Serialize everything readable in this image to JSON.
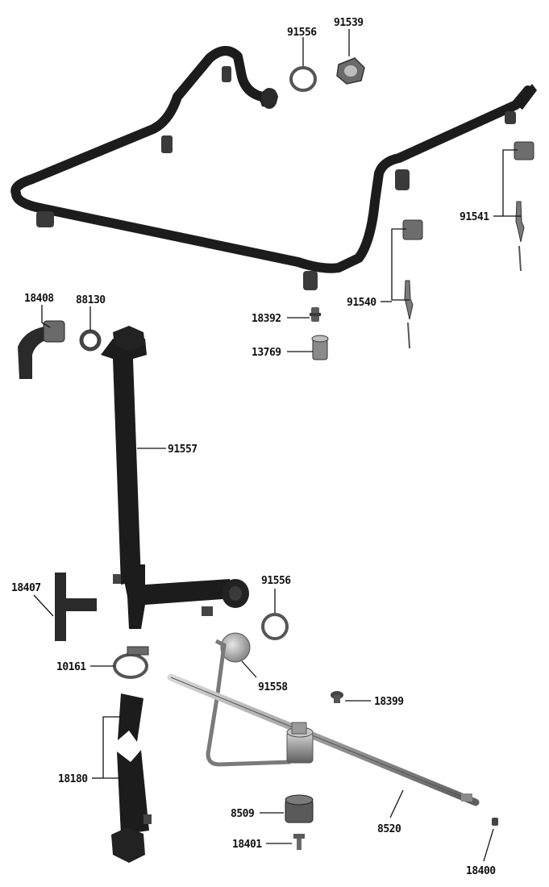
{
  "diagram": {
    "part_labels": {
      "p91556_top": "91556",
      "p91539": "91539",
      "p91541": "91541",
      "p91540": "91540",
      "p18408": "18408",
      "p88130": "88130",
      "p18392": "18392",
      "p13769": "13769",
      "p91557": "91557",
      "p18407": "18407",
      "p91556_mid": "91556",
      "p10161": "10161",
      "p91558": "91558",
      "p18399": "18399",
      "p18180": "18180",
      "p8509": "8509",
      "p8520": "8520",
      "p18401": "18401",
      "p18400": "18400"
    },
    "colors": {
      "hose": "#1c1c1c",
      "hose_highlight": "#3a3a3a",
      "metal": "#9a9a9a",
      "metal_dark": "#6e6e6e",
      "ink": "#111111"
    }
  }
}
